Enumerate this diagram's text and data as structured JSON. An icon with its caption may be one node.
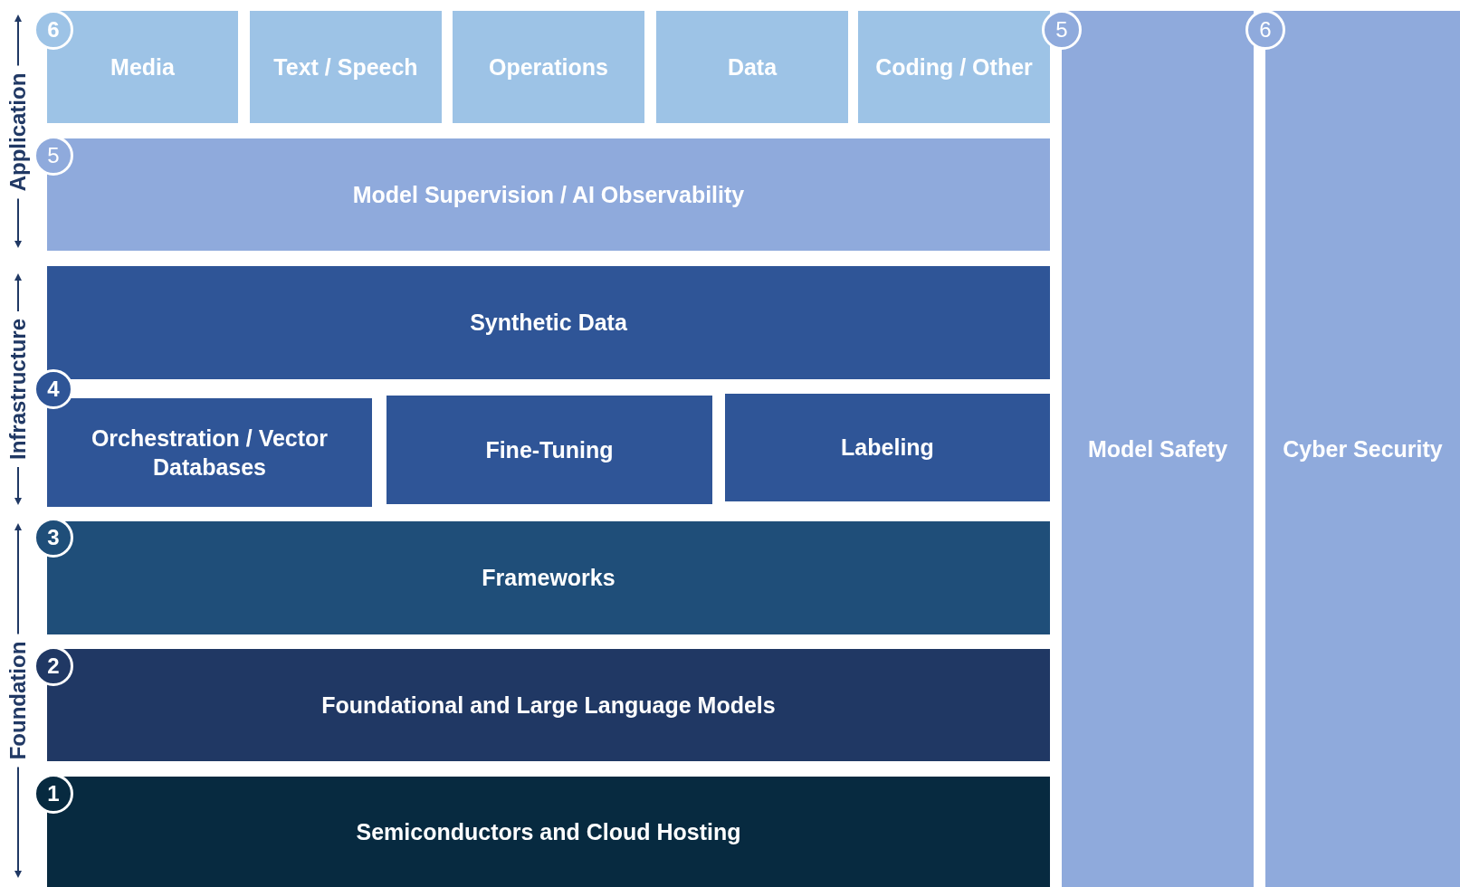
{
  "diagram": {
    "nodes": [
      {
        "text": [
          "Media"
        ]
      },
      {
        "text": [
          "Text / Speech"
        ]
      },
      {
        "text": [
          "Operations"
        ]
      },
      {
        "text": [
          "Data"
        ]
      },
      {
        "text": [
          "Coding / Other"
        ]
      },
      {
        "text": [
          "Model Safety"
        ]
      },
      {
        "text": [
          "Cyber Security"
        ]
      },
      {
        "text": [
          "Model Supervision / AI Observability"
        ]
      },
      {
        "text": [
          "Synthetic Data"
        ]
      },
      {
        "text": [
          "Orchestration / Vector Databases"
        ]
      },
      {
        "text": [
          "Fine-Tuning"
        ]
      },
      {
        "text": [
          "Labeling"
        ]
      },
      {
        "text": [
          "Frameworks"
        ]
      },
      {
        "text": [
          "Foundational and Large Language Models"
        ]
      },
      {
        "text": [
          "Semiconductors and Cloud Hosting"
        ]
      }
    ],
    "labels": [
      "6",
      "Application",
      "5",
      "6",
      "5",
      "Infrastructure",
      "4",
      "3",
      "Foundation",
      "2",
      "1"
    ]
  }
}
